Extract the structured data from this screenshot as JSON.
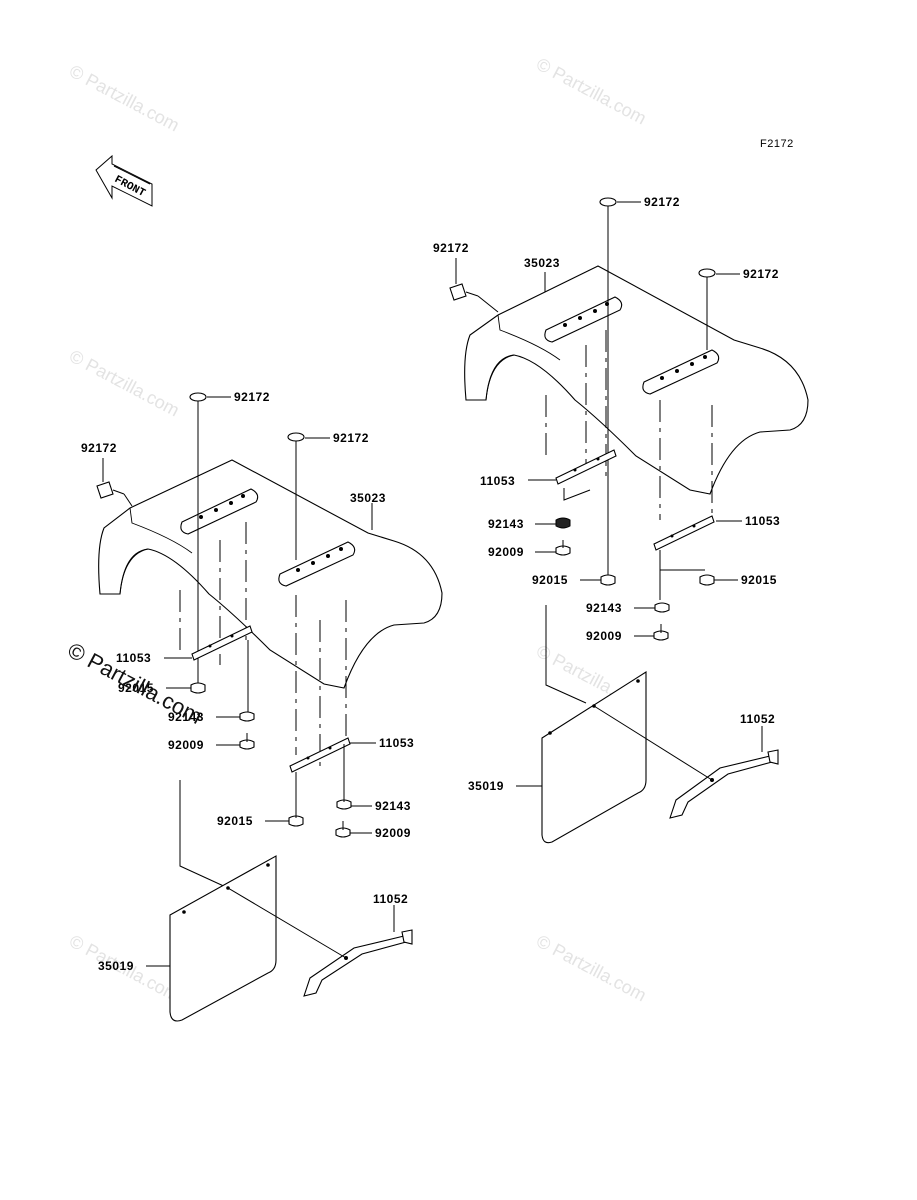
{
  "diagram": {
    "code": "F2172",
    "front_label": "FRONT",
    "watermark": "© Partzilla.com",
    "overlay_watermark": "© Partzilla.com",
    "labels": {
      "r_92172_top": "92172",
      "r_92172_left": "92172",
      "r_92172_right": "92172",
      "r_35023": "35023",
      "r_11053_left": "11053",
      "r_11053_right": "11053",
      "r_92143_left": "92143",
      "r_92009_left": "92009",
      "r_92015_mid": "92015",
      "r_92015_right": "92015",
      "r_92143_right": "92143",
      "r_92009_right": "92009",
      "r_11052": "11052",
      "r_35019": "35019",
      "l_92172_top": "92172",
      "l_92172_left": "92172",
      "l_92172_right": "92172",
      "l_35023": "35023",
      "l_11053_left": "11053",
      "l_92015_left": "92015",
      "l_92143_left": "92143",
      "l_92009_left": "92009",
      "l_11053_right": "11053",
      "l_92143_right": "92143",
      "l_92015_mid": "92015",
      "l_92009_right": "92009",
      "l_11052": "11052",
      "l_35019": "35019"
    }
  }
}
